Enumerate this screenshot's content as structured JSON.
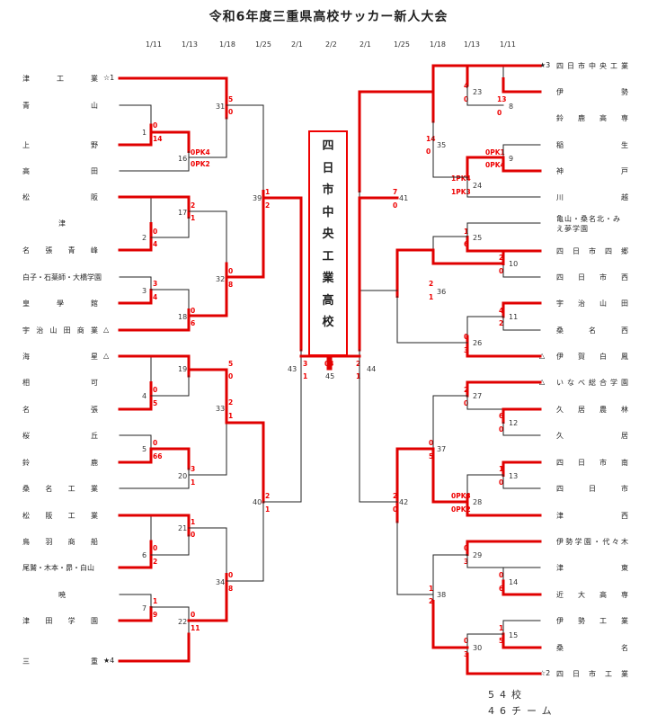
{
  "title": "令和6年度三重県高校サッカー新人大会",
  "dates_left": [
    "1/11",
    "1/13",
    "1/18",
    "1/25",
    "2/1",
    "2/2"
  ],
  "dates_right": [
    "2/1",
    "1/25",
    "1/18",
    "1/13",
    "1/11"
  ],
  "left_teams": [
    {
      "name": "津工業",
      "seed": "☆1"
    },
    {
      "name": "青山",
      "seed": ""
    },
    {
      "name": "上野",
      "seed": ""
    },
    {
      "name": "高田",
      "seed": ""
    },
    {
      "name": "松阪",
      "seed": ""
    },
    {
      "name": "津",
      "seed": ""
    },
    {
      "name": "名張青峰",
      "seed": ""
    },
    {
      "name": "白子・石薬師・大橋学園",
      "seed": ""
    },
    {
      "name": "皇學館",
      "seed": ""
    },
    {
      "name": "宇治山田商業",
      "seed": "△"
    },
    {
      "name": "海星",
      "seed": "△"
    },
    {
      "name": "相可",
      "seed": ""
    },
    {
      "name": "名張",
      "seed": ""
    },
    {
      "name": "桜丘",
      "seed": ""
    },
    {
      "name": "鈴鹿",
      "seed": ""
    },
    {
      "name": "桑名工業",
      "seed": ""
    },
    {
      "name": "松阪工業",
      "seed": ""
    },
    {
      "name": "鳥羽商船",
      "seed": ""
    },
    {
      "name": "尾鷲・木本・昴・白山",
      "seed": ""
    },
    {
      "name": "暁",
      "seed": ""
    },
    {
      "name": "津田学園",
      "seed": ""
    },
    {
      "name": "三重",
      "seed": "★4"
    }
  ],
  "right_teams": [
    {
      "name": "四日市中央工業",
      "seed": "★3"
    },
    {
      "name": "伊勢",
      "seed": ""
    },
    {
      "name": "鈴鹿高専",
      "seed": ""
    },
    {
      "name": "稲生",
      "seed": ""
    },
    {
      "name": "神戸",
      "seed": ""
    },
    {
      "name": "川越",
      "seed": ""
    },
    {
      "name": "亀山・桑名北・みえ夢学園",
      "seed": ""
    },
    {
      "name": "四日市四郷",
      "seed": ""
    },
    {
      "name": "四日市西",
      "seed": ""
    },
    {
      "name": "宇治山田",
      "seed": ""
    },
    {
      "name": "桑名西",
      "seed": ""
    },
    {
      "name": "伊賀白鳳",
      "seed": "△"
    },
    {
      "name": "いなべ総合学園",
      "seed": "△"
    },
    {
      "name": "久居農林",
      "seed": ""
    },
    {
      "name": "久居",
      "seed": ""
    },
    {
      "name": "四日市南",
      "seed": ""
    },
    {
      "name": "四日市",
      "seed": ""
    },
    {
      "name": "津西",
      "seed": ""
    },
    {
      "name": "伊勢学園・代々木",
      "seed": ""
    },
    {
      "name": "津東",
      "seed": ""
    },
    {
      "name": "近大高専",
      "seed": ""
    },
    {
      "name": "伊勢工業",
      "seed": ""
    },
    {
      "name": "桑名",
      "seed": ""
    },
    {
      "name": "四日市工業",
      "seed": "☆2"
    }
  ],
  "champion": [
    "四",
    "日",
    "市",
    "中",
    "央",
    "工",
    "業",
    "高",
    "校"
  ],
  "footer": {
    "schools": "54校",
    "teams": "46チーム"
  },
  "colors": {
    "winner_line": "#e00000",
    "loser_line": "#222222",
    "score": "#e00000"
  }
}
